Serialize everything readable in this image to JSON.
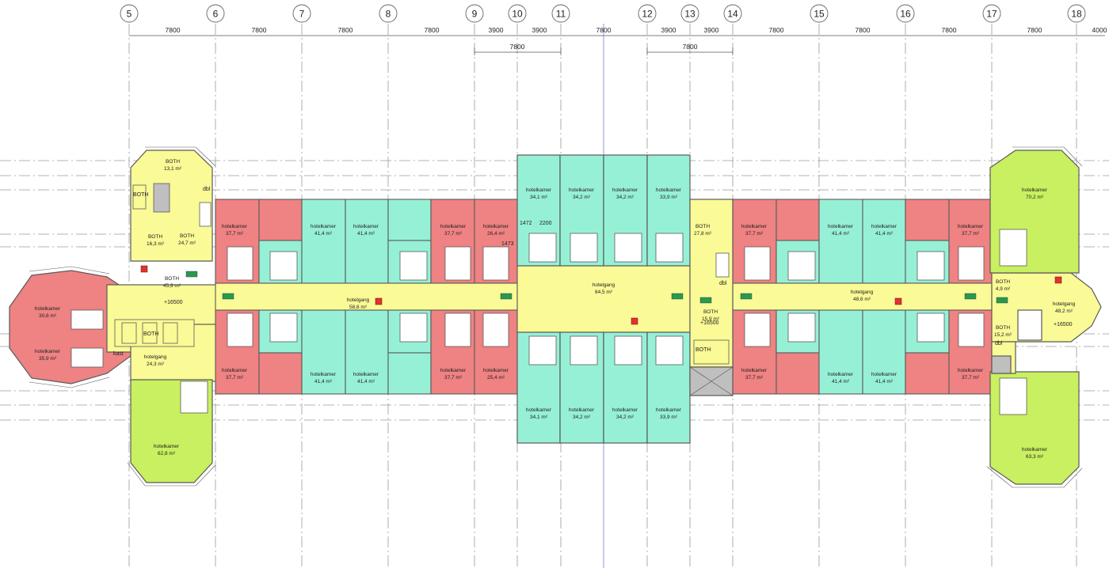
{
  "gridlines": [
    "5",
    "6",
    "7",
    "8",
    "9",
    "10",
    "11",
    "12",
    "13",
    "14",
    "15",
    "16",
    "17",
    "18"
  ],
  "dimensions": [
    "7800",
    "7800",
    "7800",
    "7800",
    "3900",
    "3900",
    "7800",
    "3900",
    "3900",
    "7800",
    "7800",
    "7800",
    "7800",
    "4000"
  ],
  "sub_dimensions": [
    "7800",
    "7800"
  ],
  "colors": {
    "hotelkamer_small": "#ef8282",
    "hotelkamer_medium": "#96f0d6",
    "hotelkamer_large": "#c8f060",
    "circulation": "#fafa96",
    "sanitary": "#ffffff",
    "wall": "#5a5a5a",
    "grid": "#9a9a9a",
    "shaft": "#bfbfbf"
  },
  "labels": {
    "elevation": "+16500",
    "elevation_corridor": "+16500",
    "both_shaft": "BOTH",
    "kast": "kast",
    "dbl": "dbl",
    "dim_1472": "1472",
    "dim_2200": "2200",
    "dim_1473": "1473"
  },
  "rooms": [
    {
      "name": "BOTH",
      "area": "13,1 m²"
    },
    {
      "name": "BOTH",
      "area": "16,3 m²"
    },
    {
      "name": "BOTH",
      "area": "24,7 m²"
    },
    {
      "name": "BOTH",
      "area": "45,9 m²"
    },
    {
      "name": "hotelkamer",
      "area": "30,6 m²"
    },
    {
      "name": "hotelkamer",
      "area": "35,9 m²"
    },
    {
      "name": "hotelgang",
      "area": "24,3 m²"
    },
    {
      "name": "hotelkamer",
      "area": "62,8 m²"
    },
    {
      "name": "hotelkamer",
      "area": "37,7 m²"
    },
    {
      "name": "hotelkamer",
      "area": "41,4 m²"
    },
    {
      "name": "hotelkamer",
      "area": "41,4 m²"
    },
    {
      "name": "hotelkamer",
      "area": "37,7 m²"
    },
    {
      "name": "hotelkamer",
      "area": "26,4 m²"
    },
    {
      "name": "hotelgang",
      "area": "58,6 m²"
    },
    {
      "name": "hotelkamer",
      "area": "37,7 m²"
    },
    {
      "name": "hotelkamer",
      "area": "41,4 m²"
    },
    {
      "name": "hotelkamer",
      "area": "41,4 m²"
    },
    {
      "name": "hotelkamer",
      "area": "37,7 m²"
    },
    {
      "name": "hotelkamer",
      "area": "25,4 m²"
    },
    {
      "name": "hotelkamer",
      "area": "34,1 m²"
    },
    {
      "name": "hotelkamer",
      "area": "34,2 m²"
    },
    {
      "name": "hotelkamer",
      "area": "34,2 m²"
    },
    {
      "name": "hotelkamer",
      "area": "33,9 m²"
    },
    {
      "name": "hotelgang",
      "area": "84,5 m²"
    },
    {
      "name": "hotelkamer",
      "area": "34,1 m²"
    },
    {
      "name": "hotelkamer",
      "area": "34,2 m²"
    },
    {
      "name": "hotelkamer",
      "area": "34,2 m²"
    },
    {
      "name": "hotelkamer",
      "area": "33,9 m²"
    },
    {
      "name": "BOTH",
      "area": "27,8 m²"
    },
    {
      "name": "BOTH",
      "area": "15,9 m²"
    },
    {
      "name": "hotelkamer",
      "area": "37,7 m²"
    },
    {
      "name": "hotelkamer",
      "area": "41,4 m²"
    },
    {
      "name": "hotelkamer",
      "area": "41,4 m²"
    },
    {
      "name": "hotelkamer",
      "area": "37,7 m²"
    },
    {
      "name": "hotelgang",
      "area": "48,6 m²"
    },
    {
      "name": "hotelkamer",
      "area": "37,7 m²"
    },
    {
      "name": "hotelkamer",
      "area": "41,4 m²"
    },
    {
      "name": "hotelkamer",
      "area": "41,4 m²"
    },
    {
      "name": "hotelkamer",
      "area": "37,7 m²"
    },
    {
      "name": "hotelkamer",
      "area": "70,2 m²"
    },
    {
      "name": "BOTH",
      "area": "4,9 m²"
    },
    {
      "name": "hotelgang",
      "area": "48,2 m²"
    },
    {
      "name": "BOTH",
      "area": "15,2 m²"
    },
    {
      "name": "hotelkamer",
      "area": "63,3 m²"
    }
  ]
}
